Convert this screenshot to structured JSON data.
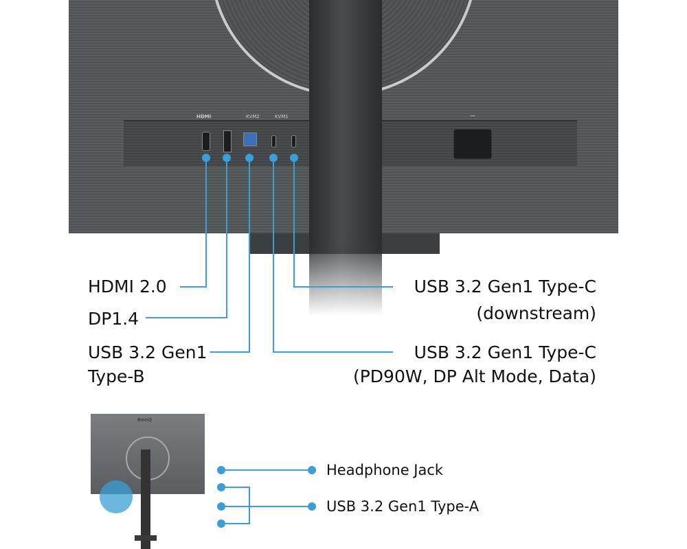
{
  "top_panel": {
    "port_markings": [
      "HDMI",
      "KVM2",
      "KVM1",
      "~"
    ]
  },
  "labels": {
    "hdmi": "HDMI 2.0",
    "dp": "DP1.4",
    "typeb_line1": "USB 3.2 Gen1",
    "typeb_line2": "Type-B",
    "typec_down_line1": "USB 3.2 Gen1 Type-C",
    "typec_down_line2": "(downstream)",
    "typec_pd_line1": "USB 3.2 Gen1 Type-C",
    "typec_pd_line2": "(PD90W, DP Alt Mode, Data)"
  },
  "inset": {
    "brand": "BenQ",
    "headphone": "Headphone Jack",
    "usb_a": "USB 3.2 Gen1 Type-A"
  },
  "accent": "#3a9fd6"
}
